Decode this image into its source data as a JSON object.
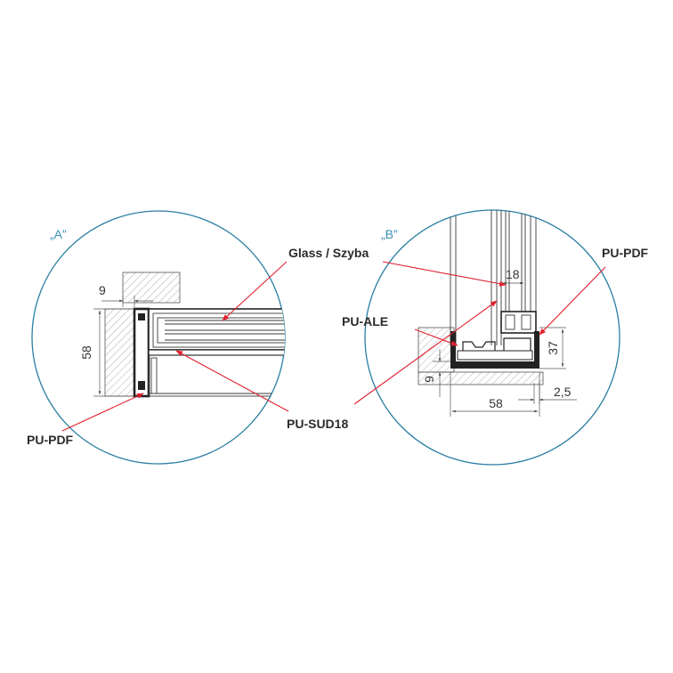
{
  "details": {
    "a": {
      "label": "„A”"
    },
    "b": {
      "label": "„B”"
    }
  },
  "labels": {
    "glass": "Glass / Szyba",
    "pu_pdf_left": "PU-PDF",
    "pu_sud18": "PU-SUD18",
    "pu_ale": "PU-ALE",
    "pu_pdf_right": "PU-PDF"
  },
  "dimensions": {
    "a_9": "9",
    "a_58": "58",
    "b_18": "18",
    "b_37": "37",
    "b_9": "9",
    "b_58": "58",
    "b_2_5": "2,5"
  },
  "colors": {
    "circle": "#2a7ea3",
    "detail_label": "#3a8fb5",
    "leader": "#e0202e",
    "profile": "#222222",
    "hatch": "#8a8a8a"
  }
}
